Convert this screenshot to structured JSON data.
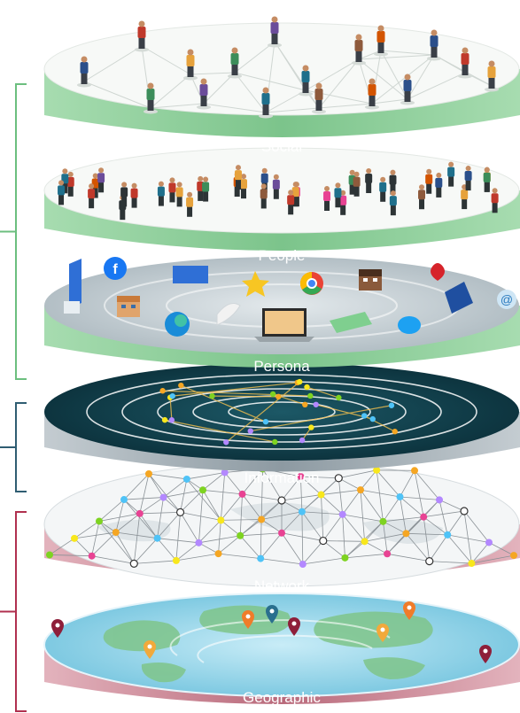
{
  "layers": [
    {
      "label": "Social",
      "band": "#8fcf9a",
      "band_dark": "#5fae71",
      "top": "#f7f9f7"
    },
    {
      "label": "People",
      "band": "#8fcf9a",
      "band_dark": "#5fae71",
      "top": "#f7f9f7"
    },
    {
      "label": "Persona",
      "band": "#8fcf9a",
      "band_dark": "#5fae71",
      "top": "#c9d3d8"
    },
    {
      "label": "Information",
      "band": "#9ea9b0",
      "band_dark": "#6d7b84",
      "top": "#0f3b47"
    },
    {
      "label": "Network",
      "band": "#c98a97",
      "band_dark": "#a25a6b",
      "top": "#f4f6f7"
    },
    {
      "label": "Geographic",
      "band": "#d58e9c",
      "band_dark": "#a95a6b",
      "top": "#9ed6ea"
    }
  ],
  "brackets": [
    {
      "name": "bracket-green",
      "color": "#6cbf7f"
    },
    {
      "name": "bracket-teal",
      "color": "#2f5d72"
    },
    {
      "name": "bracket-red",
      "color": "#b0304f"
    }
  ],
  "icons": [
    "facebook-icon",
    "chrome-icon",
    "edge-icon",
    "twitter-icon",
    "email-icon",
    "laptop-video-call-icon",
    "minecraft-face-icon",
    "heart-icon",
    "star-icon",
    "location-pin-icon"
  ]
}
